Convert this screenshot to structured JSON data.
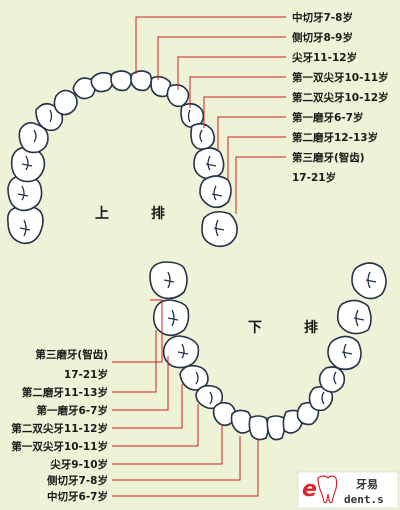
{
  "upper": {
    "title": "上　排",
    "labels": [
      "中切牙7-8岁",
      "侧切牙8-9岁",
      "尖牙11-12岁",
      "第一双尖牙10-11岁",
      "第二双尖牙10-12岁",
      "第一磨牙6-7岁",
      "第二磨牙12-13岁",
      "第三磨牙(智齿)",
      "17-21岁"
    ]
  },
  "lower": {
    "title": "下　排",
    "labels": [
      "第三磨牙(智齿)",
      "17-21岁",
      "第二磨牙11-13岁",
      "第一磨牙6-7岁",
      "第二双尖牙11-12岁",
      "第一双尖牙10-11岁",
      "尖牙9-10岁",
      "侧切牙7-8岁",
      "中切牙6-7岁"
    ]
  },
  "logo": {
    "name": "牙易",
    "url": "dent.s"
  },
  "colors": {
    "background": "#eef2d6",
    "tooth_fill": "#ffffff",
    "tooth_stroke": "#24344a",
    "leader_line": "#cc2222",
    "logo_red": "#d9262c"
  }
}
